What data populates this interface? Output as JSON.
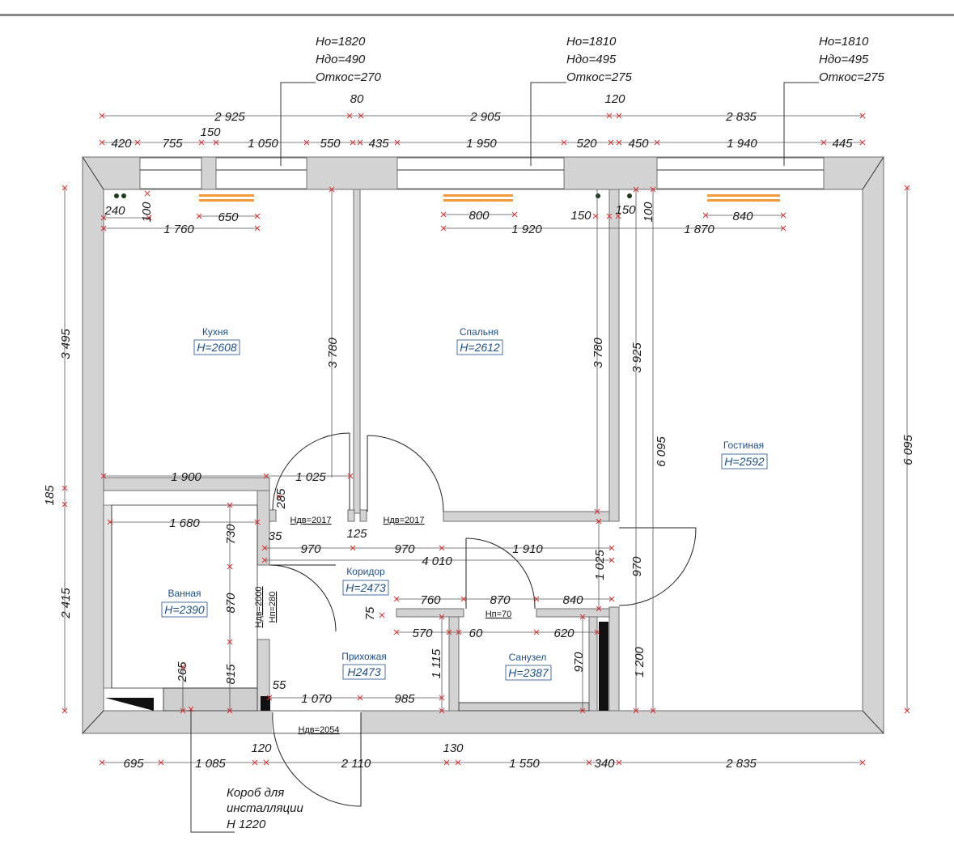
{
  "windows": [
    {
      "ho": "Но=1820",
      "hdo": "Ндо=490",
      "otkos": "Откос=270"
    },
    {
      "ho": "Но=1810",
      "hdo": "Ндо=495",
      "otkos": "Откос=275"
    },
    {
      "ho": "Но=1810",
      "hdo": "Ндо=495",
      "otkos": "Откос=275"
    }
  ],
  "rooms": [
    {
      "name": "Кухня",
      "height": "Н=2608"
    },
    {
      "name": "Спальня",
      "height": "Н=2612"
    },
    {
      "name": "Гостиная",
      "height": "Н=2592"
    },
    {
      "name": "Ванная",
      "height": "Н=2390"
    },
    {
      "name": "Коридор",
      "height": "Н=2473"
    },
    {
      "name": "Прихожая",
      "height": "Н2473"
    },
    {
      "name": "Санузел",
      "height": "Н=2387"
    }
  ],
  "doors": [
    "Ндв=2017",
    "Ндв=2017",
    "Ндв=2054",
    "Нп=70",
    "Ндв=2000",
    "Нп=280"
  ],
  "annotation": {
    "line1": "Короб для",
    "line2": "инсталляции",
    "line3": "Н 1220"
  },
  "dims_top_row1": [
    "2 925",
    "80",
    "2 905",
    "120",
    "2 835"
  ],
  "dims_top_row2": [
    "420",
    "755",
    "150",
    "1 050",
    "550",
    "435",
    "1 950",
    "520",
    "450",
    "1 940",
    "445"
  ],
  "dims_bottom": [
    "695",
    "1 085",
    "120",
    "2 110",
    "130",
    "1 550",
    "340",
    "2 835"
  ],
  "dims_left": [
    "3 495",
    "185",
    "2 415"
  ],
  "dims_right": [
    "6 095"
  ],
  "dims_inner": {
    "k240": "240",
    "k100": "100",
    "k650": "650",
    "k1760": "1 760",
    "s800": "800",
    "s150": "150",
    "s150b": "150",
    "s1920": "1 920",
    "g100": "100",
    "g840": "840",
    "g1870": "1 870",
    "v3780a": "3 780",
    "v3780b": "3 780",
    "v3925": "3 925",
    "v6095": "6 095",
    "h1900": "1 900",
    "h1025": "1 025",
    "v285": "285",
    "h1680": "1 680",
    "v730": "730",
    "h35": "35",
    "h125": "125",
    "h970a": "970",
    "h970b": "970",
    "h1910": "1 910",
    "h4010": "4 010",
    "v1025": "1 025",
    "v970": "970",
    "v870": "870",
    "v75": "75",
    "h760": "760",
    "h870": "870",
    "h840": "840",
    "h570": "570",
    "h60": "60",
    "h620": "620",
    "v1115": "1 115",
    "v970b": "970",
    "v1200": "1 200",
    "v265": "265",
    "v815": "815",
    "h55": "55",
    "h1070": "1 070",
    "h985": "985"
  }
}
